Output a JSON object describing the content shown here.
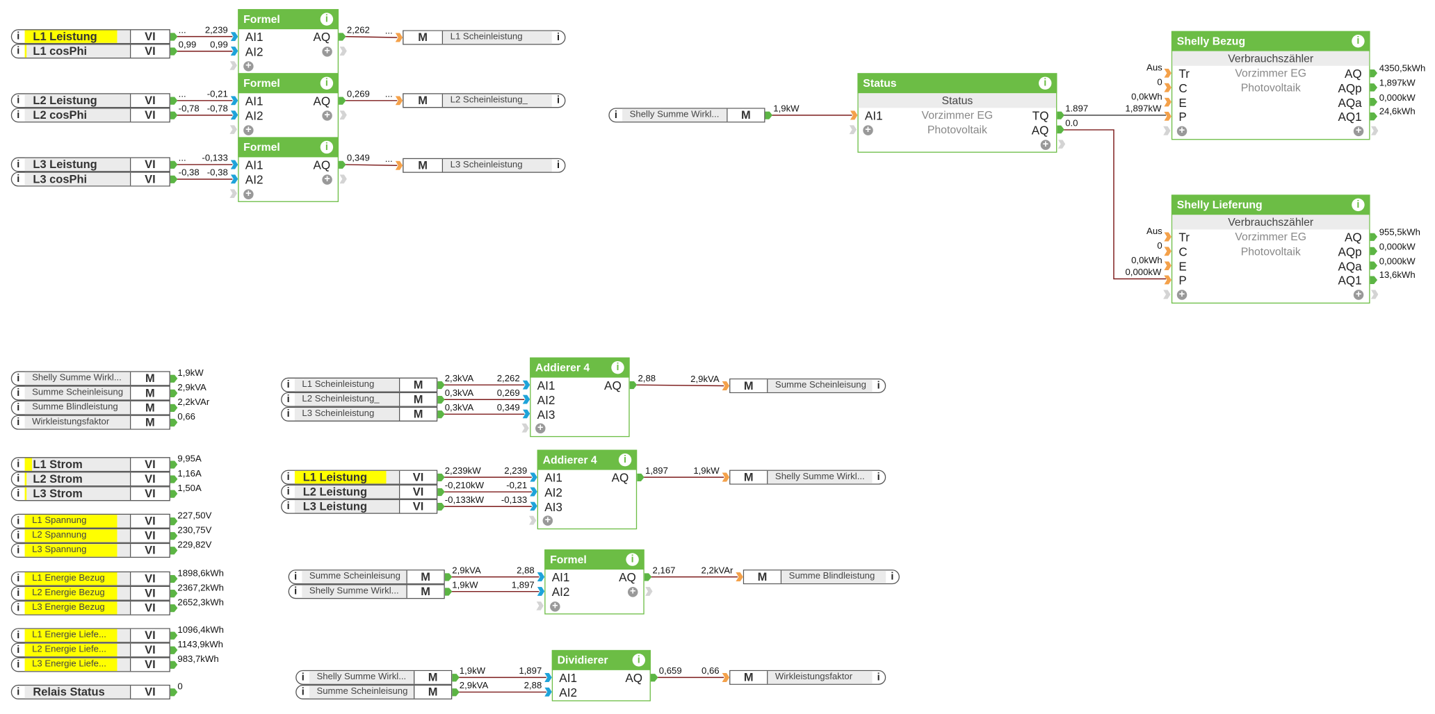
{
  "colors": {
    "block_green": "#6cbd45",
    "wire": "#7b1a1a",
    "wire_dark": "#444444",
    "input_blue": "#1ea3d9",
    "input_orange": "#f4a14a",
    "output_green": "#5cb544",
    "highlight": "#ffff00"
  },
  "icons": {
    "info": "i",
    "plus": "+"
  },
  "pills": [
    {
      "label": "L1 Leistung",
      "kind": "VI"
    },
    {
      "label": "L1 cosPhi",
      "kind": "VI"
    },
    {
      "label": "L2 Leistung",
      "kind": "VI"
    },
    {
      "label": "L2 cosPhi",
      "kind": "VI"
    },
    {
      "label": "L3 Leistung",
      "kind": "VI"
    },
    {
      "label": "L3 cosPhi",
      "kind": "VI"
    },
    {
      "label": "L1 Scheinleistung",
      "kind": "M"
    },
    {
      "label": "L2 Scheinleistung_",
      "kind": "M"
    },
    {
      "label": "L3 Scheinleistung",
      "kind": "M"
    },
    {
      "label": "Shelly Summe Wirkl...",
      "kind": "M"
    },
    {
      "label": "Shelly Summe Wirkl...",
      "kind": "M",
      "value": "1,9kW"
    },
    {
      "label": "Summe Scheinleisung",
      "kind": "M",
      "value": "2,9kVA"
    },
    {
      "label": "Summe Blindleistung",
      "kind": "M",
      "value": "2,2kVAr"
    },
    {
      "label": "Wirkleistungsfaktor",
      "kind": "M",
      "value": "0,66"
    },
    {
      "label": "L1 Strom",
      "kind": "VI",
      "value": "9,95A"
    },
    {
      "label": "L2 Strom",
      "kind": "VI",
      "value": "1,16A"
    },
    {
      "label": "L3 Strom",
      "kind": "VI",
      "value": "1,50A"
    },
    {
      "label": "L1 Spannung",
      "kind": "VI",
      "value": "227,50V"
    },
    {
      "label": "L2 Spannung",
      "kind": "VI",
      "value": "230,75V"
    },
    {
      "label": "L3 Spannung",
      "kind": "VI",
      "value": "229,82V"
    },
    {
      "label": "L1 Energie Bezug",
      "kind": "VI",
      "value": "1898,6kWh"
    },
    {
      "label": "L2 Energie Bezug",
      "kind": "VI",
      "value": "2367,2kWh"
    },
    {
      "label": "L3 Energie Bezug",
      "kind": "VI",
      "value": "2652,3kWh"
    },
    {
      "label": "L1 Energie Liefe...",
      "kind": "VI",
      "value": "1096,4kWh"
    },
    {
      "label": "L2 Energie Liefe...",
      "kind": "VI",
      "value": "1143,9kWh"
    },
    {
      "label": "L3 Energie Liefe...",
      "kind": "VI",
      "value": "983,7kWh"
    },
    {
      "label": "Relais Status",
      "kind": "VI",
      "value": "0"
    },
    {
      "label": "L1 Scheinleistung",
      "kind": "M"
    },
    {
      "label": "L2 Scheinleistung_",
      "kind": "M"
    },
    {
      "label": "L3 Scheinleistung",
      "kind": "M"
    },
    {
      "label": "Summe Scheinleisung",
      "kind": "M"
    },
    {
      "label": "L1 Leistung",
      "kind": "VI"
    },
    {
      "label": "L2 Leistung",
      "kind": "VI"
    },
    {
      "label": "L3 Leistung",
      "kind": "VI"
    },
    {
      "label": "Shelly Summe Wirkl...",
      "kind": "M"
    },
    {
      "label": "Summe Scheinleisung",
      "kind": "M"
    },
    {
      "label": "Shelly Summe Wirkl...",
      "kind": "M"
    },
    {
      "label": "Summe Blindleistung",
      "kind": "M"
    },
    {
      "label": "Shelly Summe Wirkl...",
      "kind": "M"
    },
    {
      "label": "Summe Scheinleisung",
      "kind": "M"
    },
    {
      "label": "Wirkleistungsfaktor",
      "kind": "M"
    }
  ],
  "blocks": [
    {
      "title": "Formel",
      "inputs": [
        "AI1",
        "AI2"
      ],
      "outputs": [
        "AQ"
      ]
    },
    {
      "title": "Formel",
      "inputs": [
        "AI1",
        "AI2"
      ],
      "outputs": [
        "AQ"
      ]
    },
    {
      "title": "Formel",
      "inputs": [
        "AI1",
        "AI2"
      ],
      "outputs": [
        "AQ"
      ]
    },
    {
      "title": "Status",
      "subtitle": "Status",
      "center": [
        "Vorzimmer EG",
        "Photovoltaik"
      ],
      "inputs": [
        "AI1"
      ],
      "outputs": [
        "TQ",
        "AQ"
      ]
    },
    {
      "title": "Shelly Bezug",
      "subtitle": "Verbrauchszähler",
      "center": [
        "Vorzimmer EG",
        "Photovoltaik"
      ],
      "inputs": [
        "Tr",
        "C",
        "E",
        "P"
      ],
      "input_values": [
        "Aus",
        "0",
        "0,0kWh",
        null
      ],
      "outputs": [
        "AQ",
        "AQp",
        "AQa",
        "AQ1"
      ],
      "output_values": [
        "4350,5kWh",
        "1,897kW",
        "0,000kW",
        "24,6kWh"
      ]
    },
    {
      "title": "Shelly Lieferung",
      "subtitle": "Verbrauchszähler",
      "center": [
        "Vorzimmer EG",
        "Photovoltaik"
      ],
      "inputs": [
        "Tr",
        "C",
        "E",
        "P"
      ],
      "input_values": [
        "Aus",
        "0",
        "0,0kWh",
        null
      ],
      "outputs": [
        "AQ",
        "AQp",
        "AQa",
        "AQ1"
      ],
      "output_values": [
        "955,5kWh",
        "0,000kW",
        "0,000kW",
        "13,6kWh"
      ]
    },
    {
      "title": "Addierer 4",
      "inputs": [
        "AI1",
        "AI2",
        "AI3"
      ],
      "outputs": [
        "AQ"
      ]
    },
    {
      "title": "Addierer 4",
      "inputs": [
        "AI1",
        "AI2",
        "AI3"
      ],
      "outputs": [
        "AQ"
      ]
    },
    {
      "title": "Formel",
      "inputs": [
        "AI1",
        "AI2"
      ],
      "outputs": [
        "AQ"
      ]
    },
    {
      "title": "Dividierer",
      "inputs": [
        "AI1",
        "AI2"
      ],
      "outputs": [
        "AQ"
      ]
    }
  ],
  "wires": [
    {
      "src": "...",
      "dst": "2,239"
    },
    {
      "src": "0,99",
      "dst": "0,99"
    },
    {
      "src": "2,262",
      "dst": "..."
    },
    {
      "src": "...",
      "dst": "-0,21"
    },
    {
      "src": "-0,78",
      "dst": "-0,78"
    },
    {
      "src": "0,269",
      "dst": "..."
    },
    {
      "src": "...",
      "dst": "-0,133"
    },
    {
      "src": "-0,38",
      "dst": "-0,38"
    },
    {
      "src": "0,349",
      "dst": "..."
    },
    {
      "src": "1,9kW",
      "dst": ""
    },
    {
      "src": "1.897",
      "dst": "1,897kW"
    },
    {
      "src": "0.0",
      "dst": "0,000kW"
    },
    {
      "src": "2,3kVA",
      "dst": "2,262"
    },
    {
      "src": "0,3kVA",
      "dst": "0,269"
    },
    {
      "src": "0,3kVA",
      "dst": "0,349"
    },
    {
      "src": "2,88",
      "dst": "2,9kVA"
    },
    {
      "src": "2,239kW",
      "dst": "2,239"
    },
    {
      "src": "-0,210kW",
      "dst": "-0,21"
    },
    {
      "src": "-0,133kW",
      "dst": "-0,133"
    },
    {
      "src": "1,897",
      "dst": "1,9kW"
    },
    {
      "src": "2,9kVA",
      "dst": "2,88"
    },
    {
      "src": "1,9kW",
      "dst": "1,897"
    },
    {
      "src": "2,167",
      "dst": "2,2kVAr"
    },
    {
      "src": "1,9kW",
      "dst": "1,897"
    },
    {
      "src": "2,9kVA",
      "dst": "2,88"
    },
    {
      "src": "0,659",
      "dst": "0,66"
    }
  ]
}
